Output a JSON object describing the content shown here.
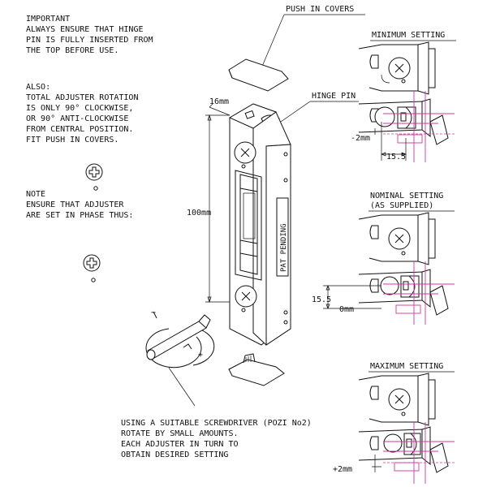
{
  "notes": {
    "important": [
      "IMPORTANT",
      "ALWAYS ENSURE THAT HINGE",
      "PIN IS FULLY INSERTED FROM",
      "THE TOP BEFORE USE."
    ],
    "also": [
      "ALSO:",
      "TOTAL ADJUSTER ROTATION",
      "IS ONLY 90° CLOCKWISE,",
      "OR 90° ANTI-CLOCKWISE",
      "FROM CENTRAL POSITION.",
      "FIT PUSH IN COVERS."
    ],
    "note": [
      "NOTE",
      "ENSURE THAT ADJUSTER",
      "ARE SET IN PHASE THUS:"
    ],
    "screwdriver": [
      "USING A SUITABLE SCREWDRIVER (POZI No2)",
      "ROTATE BY SMALL AMOUNTS.",
      "EACH ADJUSTER IN TURN TO",
      "OBTAIN DESIRED SETTING"
    ]
  },
  "labels": {
    "push_in_covers": "PUSH IN COVERS",
    "hinge_pin": "HINGE PIN",
    "width": "16mm",
    "height": "100mm",
    "pat_pending": "PAT PENDING",
    "minus": "−",
    "plus": "+"
  },
  "settings": {
    "minimum": {
      "title": "MINIMUM SETTING",
      "offset": "-2mm",
      "dim": "15.5"
    },
    "nominal": {
      "title": "NOMINAL SETTING",
      "subtitle": "(AS SUPPLIED)",
      "dim": "15.5",
      "offset": "0mm"
    },
    "maximum": {
      "title": "MAXIMUM SETTING",
      "offset": "+2mm"
    }
  },
  "colors": {
    "line": "#111111",
    "guide": "#d0379a"
  }
}
